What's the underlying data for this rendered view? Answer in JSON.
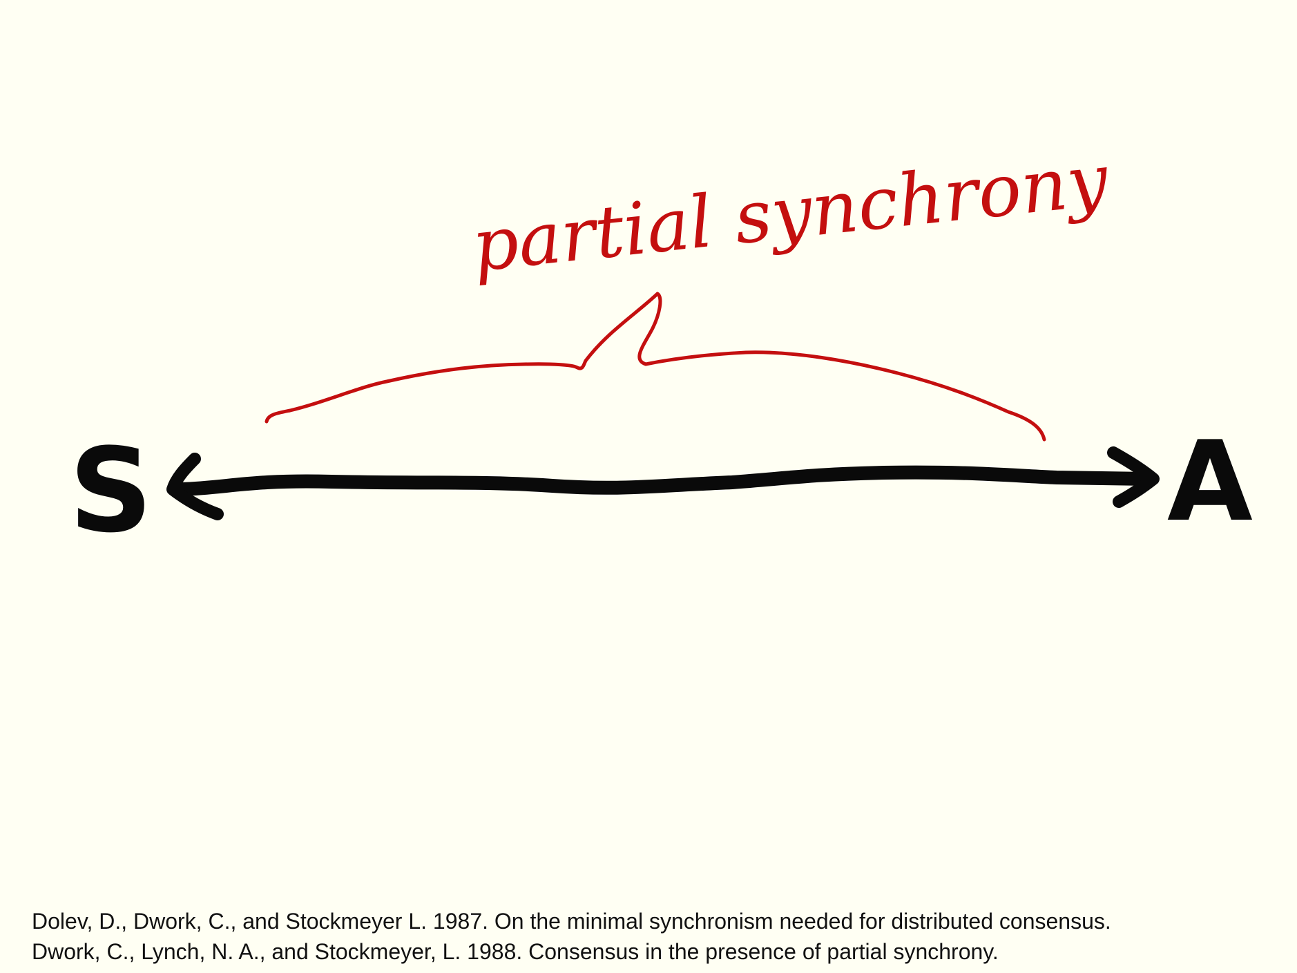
{
  "diagram": {
    "left_label": "S",
    "right_label": "A",
    "annotation": "partial synchrony",
    "colors": {
      "ink": "#0A0A0A",
      "annotation": "#C40F0F",
      "background": "#FFFFF3"
    },
    "icons": [
      "double-headed-arrow-icon",
      "curly-brace-icon"
    ]
  },
  "references": [
    "Dolev, D., Dwork, C., and Stockmeyer L. 1987. On the minimal synchronism needed for distributed consensus.",
    "Dwork, C., Lynch, N. A., and Stockmeyer, L. 1988. Consensus in the presence of partial synchrony."
  ]
}
